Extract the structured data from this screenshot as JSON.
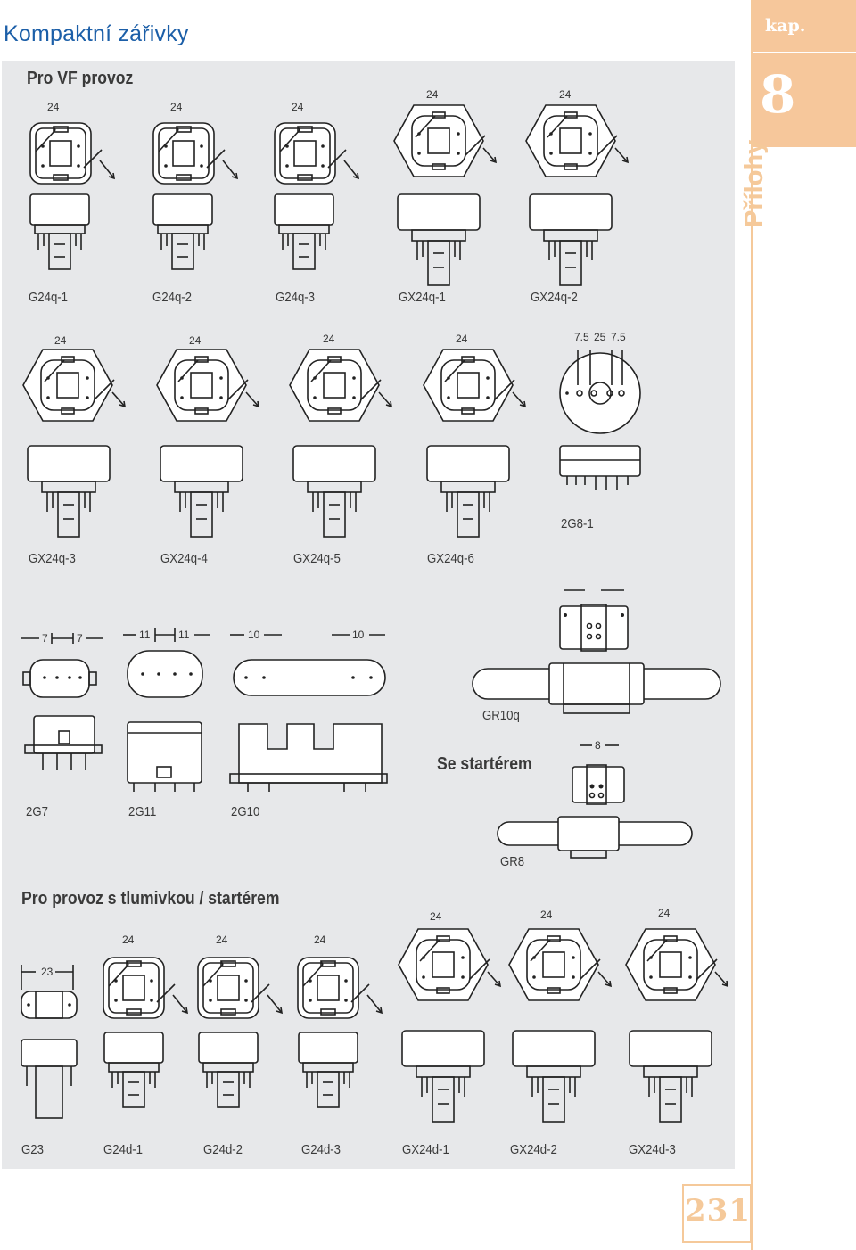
{
  "header": {
    "title": "Kompaktní zářivky"
  },
  "chapter": {
    "label": "kap.",
    "number": "8",
    "section": "Přílohy"
  },
  "sections": {
    "vf": "Pro VF provoz",
    "starter": "Se startérem",
    "ballast": "Pro provoz s tlumivkou / startérem"
  },
  "dims": {
    "d24": "24",
    "d7": "7",
    "d11": "11",
    "d10": "10",
    "d23": "23",
    "d8": "8",
    "d75": "7.5",
    "d25": "25"
  },
  "bases": {
    "g24q1": "G24q-1",
    "g24q2": "G24q-2",
    "g24q3": "G24q-3",
    "gx24q1": "GX24q-1",
    "gx24q2": "GX24q-2",
    "gx24q3": "GX24q-3",
    "gx24q4": "GX24q-4",
    "gx24q5": "GX24q-5",
    "gx24q6": "GX24q-6",
    "g2g81": "2G8-1",
    "g2g7": "2G7",
    "g2g11": "2G11",
    "g2g10": "2G10",
    "gr10q": "GR10q",
    "gr8": "GR8",
    "g23": "G23",
    "g24d1": "G24d-1",
    "g24d2": "G24d-2",
    "g24d3": "G24d-3",
    "gx24d1": "GX24d-1",
    "gx24d2": "GX24d-2",
    "gx24d3": "GX24d-3"
  },
  "page_number": "231"
}
